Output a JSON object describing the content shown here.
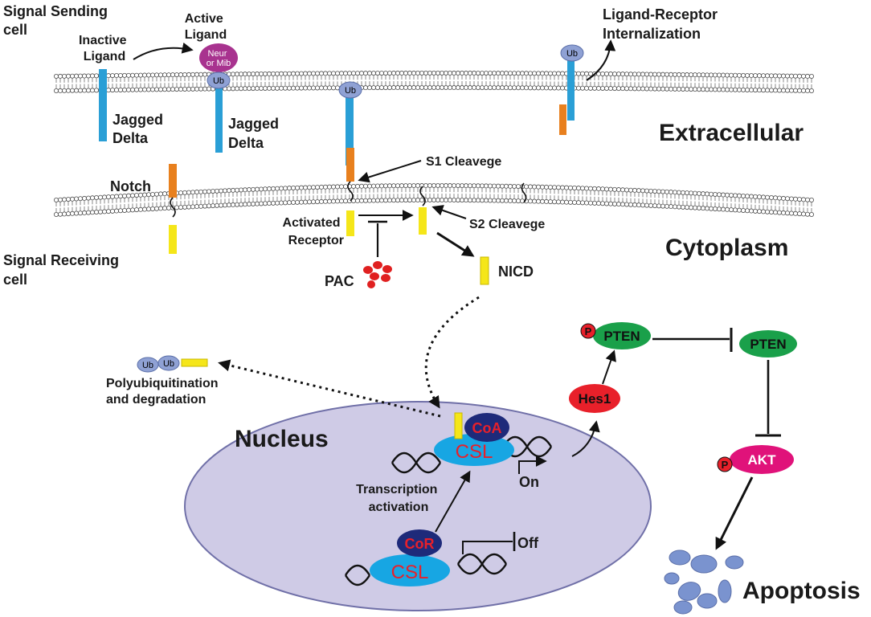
{
  "colors": {
    "receptor_extracellular": "#e8801e",
    "receptor_intracellular": "#f5e619",
    "ligand": "#2a9fd6",
    "ubiquitin": "#8fa1d4",
    "neur_mib": "#a8338f",
    "pac": "#e02020",
    "nucleus_fill": "#cfcbe6",
    "nucleus_stroke": "#7070a8",
    "csl": "#17a6e3",
    "csl_text": "#e8202a",
    "coactivator": "#1e2a7a",
    "hes1": "#e8202a",
    "pten": "#1aa04a",
    "akt": "#e0127a",
    "phosphate": "#e8202a",
    "apoptosis_cell": "#7a93cf"
  },
  "labels": {
    "signal_sending_cell": [
      "Signal Sending",
      "cell"
    ],
    "inactive_ligand": [
      "Inactive",
      "Ligand"
    ],
    "active_ligand": [
      "Active",
      "Ligand"
    ],
    "neur_mib": [
      "Neur",
      "or Mib"
    ],
    "ub": "Ub",
    "jagged_delta": [
      "Jagged",
      "Delta"
    ],
    "ligand_receptor_internalization": [
      "Ligand-Receptor",
      "Internalization"
    ],
    "extracellular": "Extracellular",
    "s1_cleavage": "S1 Cleavege",
    "notch": "Notch",
    "activated_receptor": [
      "Activated",
      "Receptor"
    ],
    "s2_cleavage": "S2 Cleavege",
    "cytoplasm": "Cytoplasm",
    "signal_receiving_cell": [
      "Signal Receiving",
      "cell"
    ],
    "pac": "PAC",
    "nicd": "NICD",
    "polyubiquitination": [
      "Polyubiquitination",
      "and degradation"
    ],
    "p": "P",
    "pten": "PTEN",
    "hes1": "Hes1",
    "nucleus": "Nucleus",
    "coa": "CoA",
    "csl": "CSL",
    "on": "On",
    "transcription_activation": [
      "Transcription",
      "activation"
    ],
    "cor": "CoR",
    "off": "Off",
    "akt": "AKT",
    "apoptosis": "Apoptosis"
  }
}
